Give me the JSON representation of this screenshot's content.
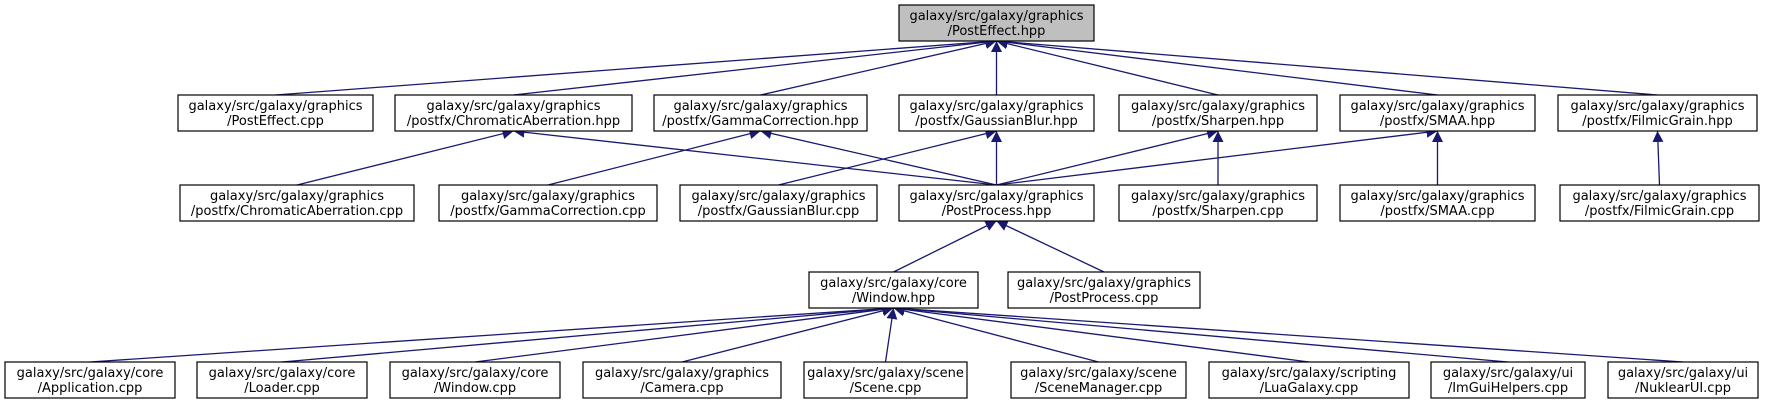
{
  "colors": {
    "edge": "#191970",
    "root_fill": "#bfbfbf",
    "node_fill": "#ffffff",
    "node_border": "#000000"
  },
  "nodes": {
    "posteffect_hpp": {
      "line1": "galaxy/src/galaxy/graphics",
      "line2": "/PostEffect.hpp"
    },
    "posteffect_cpp": {
      "line1": "galaxy/src/galaxy/graphics",
      "line2": "/PostEffect.cpp"
    },
    "chromatic_hpp": {
      "line1": "galaxy/src/galaxy/graphics",
      "line2": "/postfx/ChromaticAberration.hpp"
    },
    "gamma_hpp": {
      "line1": "galaxy/src/galaxy/graphics",
      "line2": "/postfx/GammaCorrection.hpp"
    },
    "gaussian_hpp": {
      "line1": "galaxy/src/galaxy/graphics",
      "line2": "/postfx/GaussianBlur.hpp"
    },
    "sharpen_hpp": {
      "line1": "galaxy/src/galaxy/graphics",
      "line2": "/postfx/Sharpen.hpp"
    },
    "smaa_hpp": {
      "line1": "galaxy/src/galaxy/graphics",
      "line2": "/postfx/SMAA.hpp"
    },
    "filmic_hpp": {
      "line1": "galaxy/src/galaxy/graphics",
      "line2": "/postfx/FilmicGrain.hpp"
    },
    "chromatic_cpp": {
      "line1": "galaxy/src/galaxy/graphics",
      "line2": "/postfx/ChromaticAberration.cpp"
    },
    "gamma_cpp": {
      "line1": "galaxy/src/galaxy/graphics",
      "line2": "/postfx/GammaCorrection.cpp"
    },
    "gaussian_cpp": {
      "line1": "galaxy/src/galaxy/graphics",
      "line2": "/postfx/GaussianBlur.cpp"
    },
    "postprocess_hpp": {
      "line1": "galaxy/src/galaxy/graphics",
      "line2": "/PostProcess.hpp"
    },
    "sharpen_cpp": {
      "line1": "galaxy/src/galaxy/graphics",
      "line2": "/postfx/Sharpen.cpp"
    },
    "smaa_cpp": {
      "line1": "galaxy/src/galaxy/graphics",
      "line2": "/postfx/SMAA.cpp"
    },
    "filmic_cpp": {
      "line1": "galaxy/src/galaxy/graphics",
      "line2": "/postfx/FilmicGrain.cpp"
    },
    "window_hpp": {
      "line1": "galaxy/src/galaxy/core",
      "line2": "/Window.hpp"
    },
    "postprocess_cpp": {
      "line1": "galaxy/src/galaxy/graphics",
      "line2": "/PostProcess.cpp"
    },
    "application_cpp": {
      "line1": "galaxy/src/galaxy/core",
      "line2": "/Application.cpp"
    },
    "loader_cpp": {
      "line1": "galaxy/src/galaxy/core",
      "line2": "/Loader.cpp"
    },
    "window_cpp": {
      "line1": "galaxy/src/galaxy/core",
      "line2": "/Window.cpp"
    },
    "camera_cpp": {
      "line1": "galaxy/src/galaxy/graphics",
      "line2": "/Camera.cpp"
    },
    "scene_cpp": {
      "line1": "galaxy/src/galaxy/scene",
      "line2": "/Scene.cpp"
    },
    "scenemanager_cpp": {
      "line1": "galaxy/src/galaxy/scene",
      "line2": "/SceneManager.cpp"
    },
    "luagalaxy_cpp": {
      "line1": "galaxy/src/galaxy/scripting",
      "line2": "/LuaGalaxy.cpp"
    },
    "imguihelpers_cpp": {
      "line1": "galaxy/src/galaxy/ui",
      "line2": "/ImGuiHelpers.cpp"
    },
    "nuklearui_cpp": {
      "line1": "galaxy/src/galaxy/ui",
      "line2": "/NuklearUI.cpp"
    }
  },
  "edges": [
    {
      "from": "posteffect_cpp",
      "to": "posteffect_hpp"
    },
    {
      "from": "chromatic_hpp",
      "to": "posteffect_hpp"
    },
    {
      "from": "gamma_hpp",
      "to": "posteffect_hpp"
    },
    {
      "from": "gaussian_hpp",
      "to": "posteffect_hpp"
    },
    {
      "from": "sharpen_hpp",
      "to": "posteffect_hpp"
    },
    {
      "from": "smaa_hpp",
      "to": "posteffect_hpp"
    },
    {
      "from": "filmic_hpp",
      "to": "posteffect_hpp"
    },
    {
      "from": "chromatic_cpp",
      "to": "chromatic_hpp"
    },
    {
      "from": "postprocess_hpp",
      "to": "chromatic_hpp"
    },
    {
      "from": "gamma_cpp",
      "to": "gamma_hpp"
    },
    {
      "from": "postprocess_hpp",
      "to": "gamma_hpp"
    },
    {
      "from": "gaussian_cpp",
      "to": "gaussian_hpp"
    },
    {
      "from": "postprocess_hpp",
      "to": "gaussian_hpp"
    },
    {
      "from": "postprocess_hpp",
      "to": "sharpen_hpp"
    },
    {
      "from": "sharpen_cpp",
      "to": "sharpen_hpp"
    },
    {
      "from": "postprocess_hpp",
      "to": "smaa_hpp"
    },
    {
      "from": "smaa_cpp",
      "to": "smaa_hpp"
    },
    {
      "from": "filmic_cpp",
      "to": "filmic_hpp"
    },
    {
      "from": "window_hpp",
      "to": "postprocess_hpp"
    },
    {
      "from": "postprocess_cpp",
      "to": "postprocess_hpp"
    },
    {
      "from": "application_cpp",
      "to": "window_hpp"
    },
    {
      "from": "loader_cpp",
      "to": "window_hpp"
    },
    {
      "from": "window_cpp",
      "to": "window_hpp"
    },
    {
      "from": "camera_cpp",
      "to": "window_hpp"
    },
    {
      "from": "scene_cpp",
      "to": "window_hpp"
    },
    {
      "from": "scenemanager_cpp",
      "to": "window_hpp"
    },
    {
      "from": "luagalaxy_cpp",
      "to": "window_hpp"
    },
    {
      "from": "imguihelpers_cpp",
      "to": "window_hpp"
    },
    {
      "from": "nuklearui_cpp",
      "to": "window_hpp"
    }
  ]
}
